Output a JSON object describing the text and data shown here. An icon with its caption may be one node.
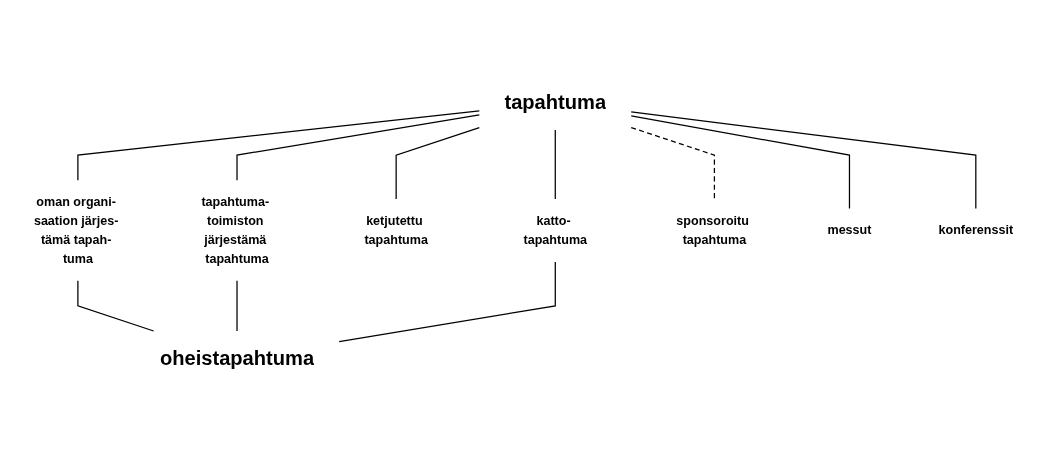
{
  "diagram": {
    "nodes": [
      {
        "text": [
          "tapahtuma"
        ]
      },
      {
        "text": [
          "oman organi- saation järjes- tämä tapah- tuma"
        ]
      },
      {
        "text": [
          "tapahtuma- toimiston järjestämä tapahtuma"
        ]
      },
      {
        "text": [
          "ketjutettu tapahtuma"
        ]
      },
      {
        "text": [
          "katto- tapahtuma"
        ]
      },
      {
        "text": [
          "sponsoroitu tapahtuma"
        ]
      },
      {
        "text": [
          "messut"
        ]
      },
      {
        "text": [
          "konferenssit"
        ]
      },
      {
        "text": [
          "oheistapahtuma"
        ]
      }
    ],
    "edges": [
      {
        "from": 0,
        "to": 1,
        "arrow": "none"
      },
      {
        "from": 0,
        "to": 2,
        "arrow": "none"
      },
      {
        "from": 0,
        "to": 3,
        "arrow": "none"
      },
      {
        "from": 0,
        "to": 4,
        "arrow": "none"
      },
      {
        "from": 0,
        "to": 5,
        "arrow": "none",
        "style": "dashed"
      },
      {
        "from": 0,
        "to": 6,
        "arrow": "none"
      },
      {
        "from": 0,
        "to": 7,
        "arrow": "none"
      },
      {
        "from": 1,
        "to": 8,
        "arrow": "none"
      },
      {
        "from": 2,
        "to": 8,
        "arrow": "none"
      },
      {
        "from": 4,
        "to": 8,
        "arrow": "none"
      }
    ]
  }
}
